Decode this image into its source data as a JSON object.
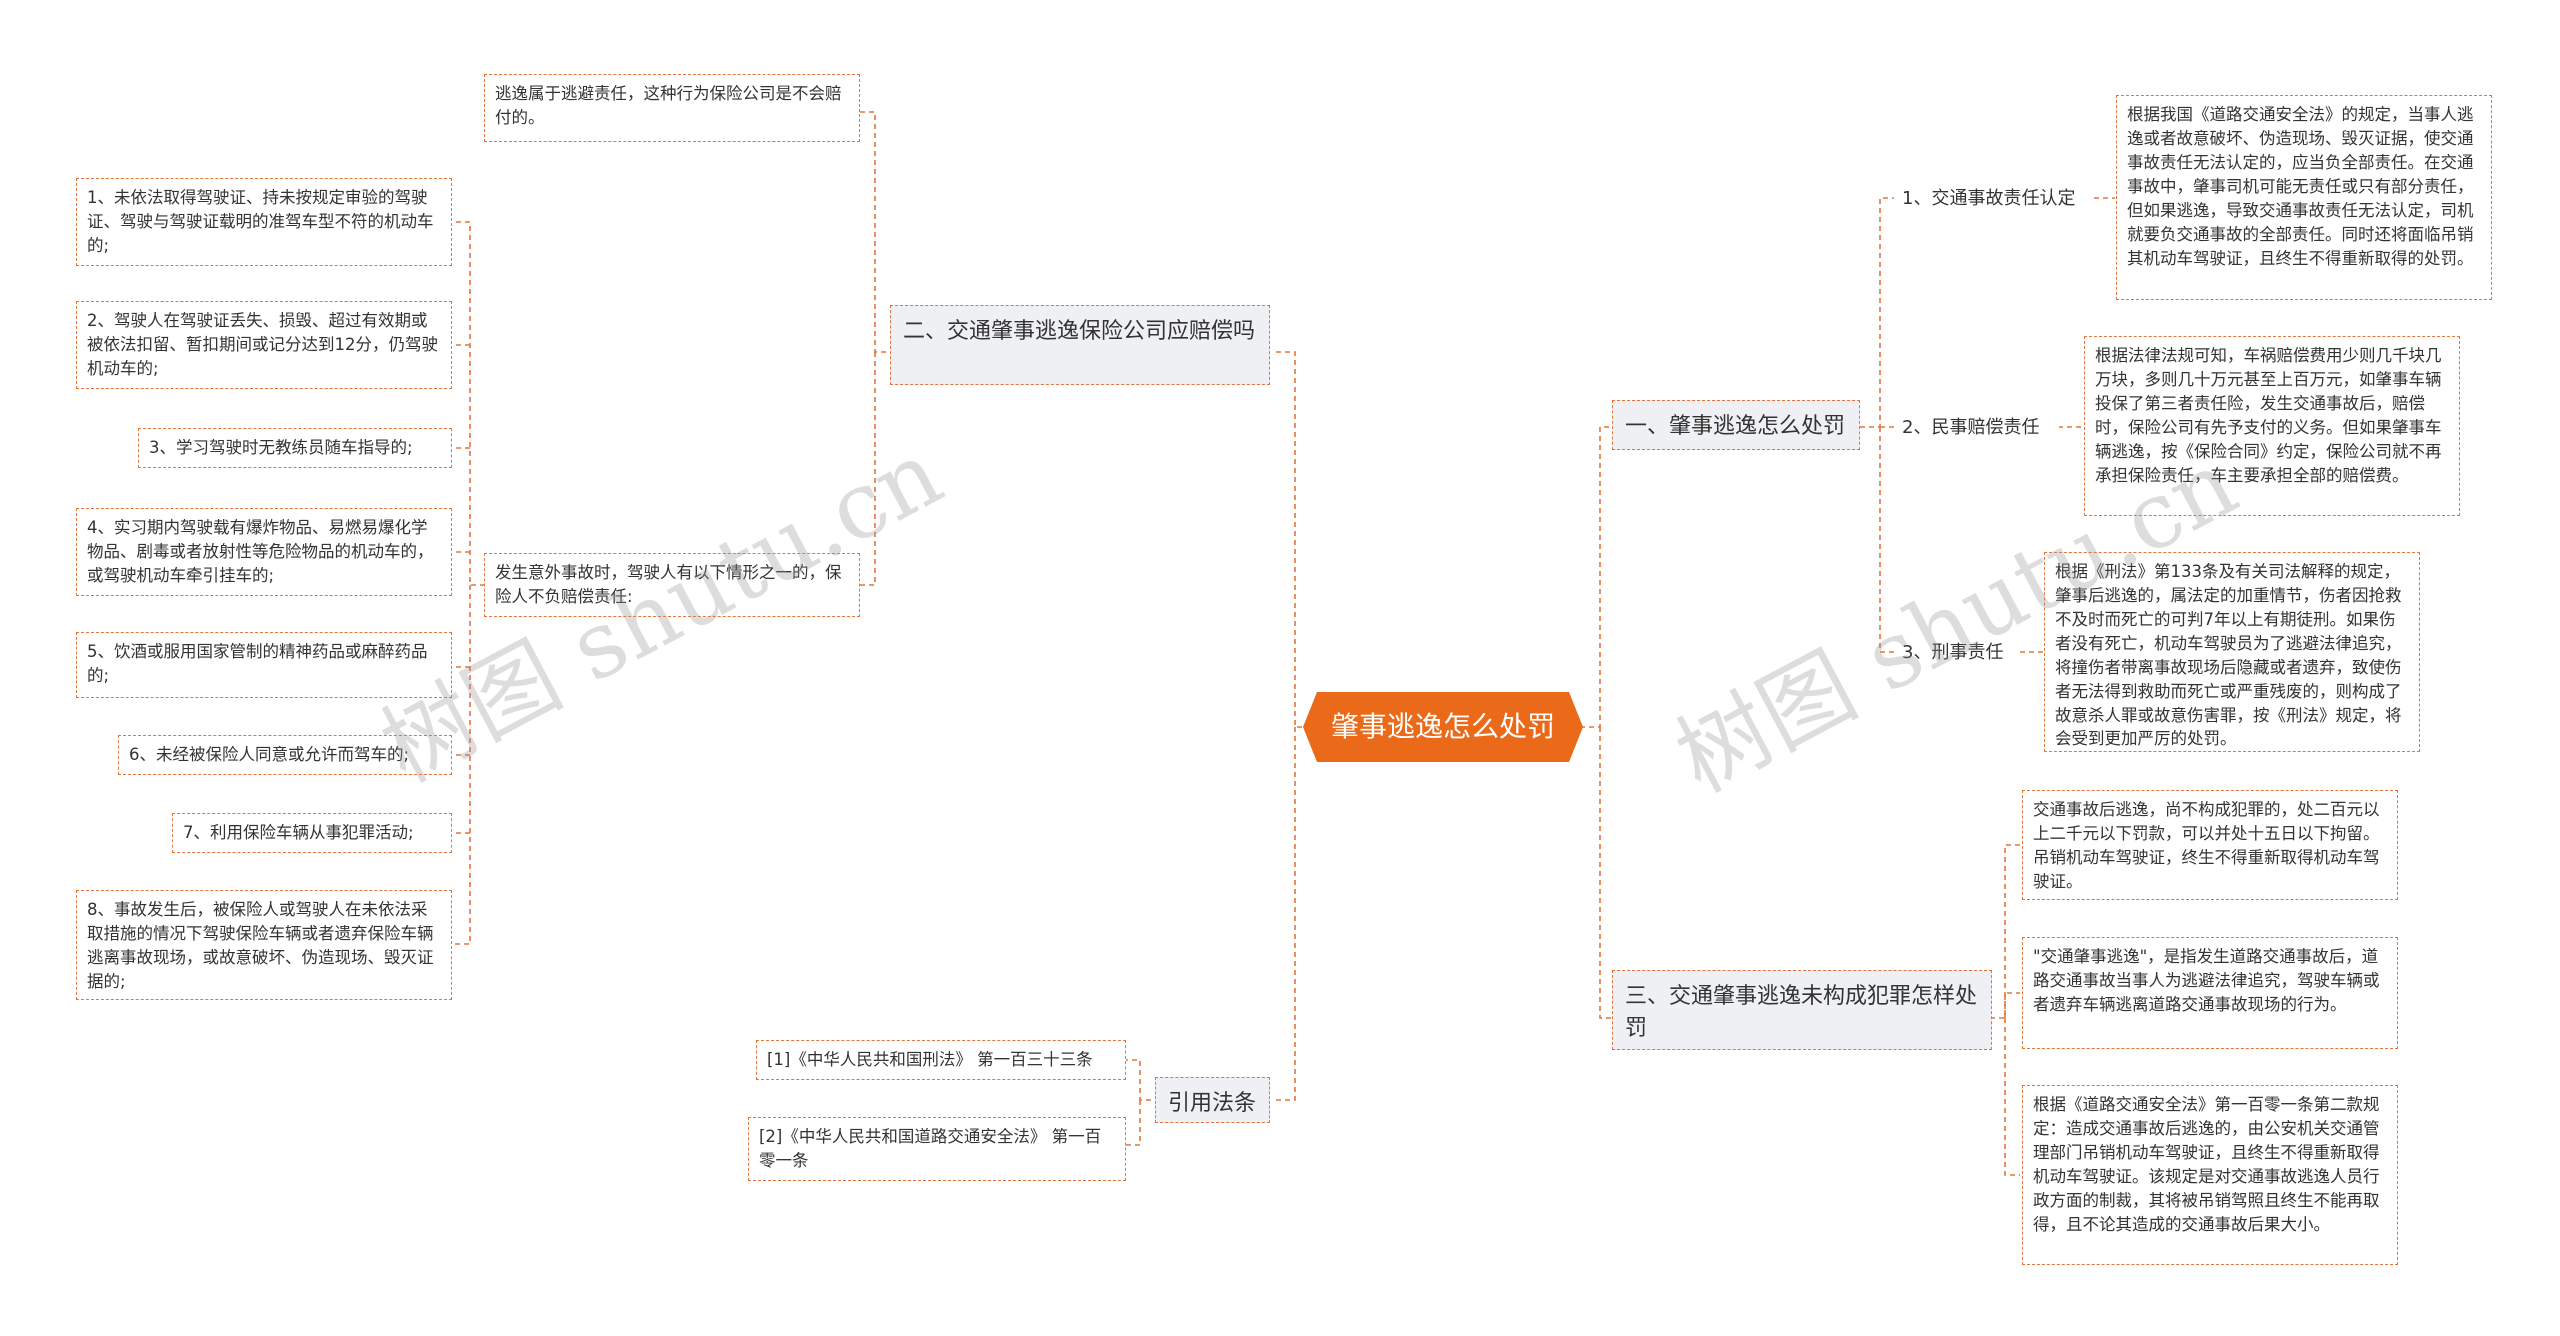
{
  "root": "肇事逃逸怎么处罚",
  "branches": {
    "b1": "一、肇事逃逸怎么处罚",
    "b2": "二、交通肇事逃逸保险公司应赔偿吗",
    "b3": "三、交通肇事逃逸未构成犯罪怎样处罚",
    "b4": "引用法条"
  },
  "b1_children": {
    "c1_label": "1、交通事故责任认定",
    "c1_text": "根据我国《道路交通安全法》的规定，当事人逃逸或者故意破坏、伪造现场、毁灭证据，使交通事故责任无法认定的，应当负全部责任。在交通事故中，肇事司机可能无责任或只有部分责任，但如果逃逸，导致交通事故责任无法认定，司机就要负交通事故的全部责任。同时还将面临吊销其机动车驾驶证，且终生不得重新取得的处罚。",
    "c2_label": "2、民事赔偿责任",
    "c2_text": "根据法律法规可知，车祸赔偿费用少则几千块几万块，多则几十万元甚至上百万元，如肇事车辆投保了第三者责任险，发生交通事故后，赔偿时，保险公司有先予支付的义务。但如果肇事车辆逃逸，按《保险合同》约定，保险公司就不再承担保险责任，车主要承担全部的赔偿费。",
    "c3_label": "3、刑事责任",
    "c3_text": "根据《刑法》第133条及有关司法解释的规定，肇事后逃逸的，属法定的加重情节，伤者因抢救不及时而死亡的可判7年以上有期徒刑。如果伤者没有死亡，机动车驾驶员为了逃避法律追究，将撞伤者带离事故现场后隐藏或者遗弃，致使伤者无法得到救助而死亡或严重残废的，则构成了故意杀人罪或故意伤害罪，按《刑法》规定，将会受到更加严厉的处罚。"
  },
  "b2_children": {
    "top": "逃逸属于逃避责任，这种行为保险公司是不会赔付的。",
    "mid": "发生意外事故时，驾驶人有以下情形之一的，保险人不负赔偿责任:",
    "items": [
      "1、未依法取得驾驶证、持未按规定审验的驾驶证、驾驶与驾驶证载明的准驾车型不符的机动车的;",
      "2、驾驶人在驾驶证丢失、损毁、超过有效期或被依法扣留、暂扣期间或记分达到12分，仍驾驶机动车的;",
      "3、学习驾驶时无教练员随车指导的;",
      "4、实习期内驾驶载有爆炸物品、易燃易爆化学物品、剧毒或者放射性等危险物品的机动车的，或驾驶机动车牵引挂车的;",
      "5、饮酒或服用国家管制的精神药品或麻醉药品的;",
      "6、未经被保险人同意或允许而驾车的;",
      "7、利用保险车辆从事犯罪活动;",
      "8、事故发生后，被保险人或驾驶人在未依法采取措施的情况下驾驶保险车辆或者遗弃保险车辆逃离事故现场，或故意破坏、伪造现场、毁灭证据的;"
    ]
  },
  "b3_children": [
    "交通事故后逃逸，尚不构成犯罪的，处二百元以上二千元以下罚款，可以并处十五日以下拘留。吊销机动车驾驶证，终生不得重新取得机动车驾驶证。",
    "\"交通肇事逃逸\"，是指发生道路交通事故后，道路交通事故当事人为逃避法律追究，驾驶车辆或者遗弃车辆逃离道路交通事故现场的行为。",
    "根据《道路交通安全法》第一百零一条第二款规定：造成交通事故后逃逸的，由公安机关交通管理部门吊销机动车驾驶证，且终生不得重新取得机动车驾驶证。该规定是对交通事故逃逸人员行政方面的制裁，其将被吊销驾照且终生不能再取得，且不论其造成的交通事故后果大小。"
  ],
  "b4_children": [
    "[1]《中华人民共和国刑法》 第一百三十三条",
    "[2]《中华人民共和国道路交通安全法》 第一百零一条"
  ],
  "watermarks": [
    "树图 shutu.cn",
    "树图 shutu.cn"
  ],
  "colors": {
    "accent": "#ea6a1a",
    "connector": "#e3753a",
    "branch_bg": "#eef0f3"
  }
}
